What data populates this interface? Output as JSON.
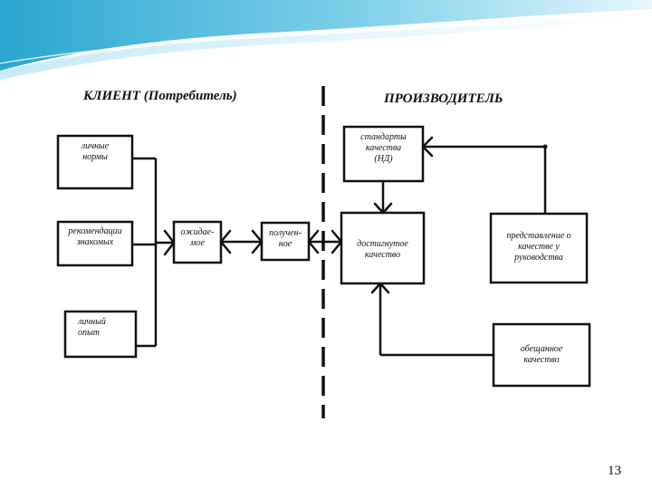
{
  "headers": {
    "client": "КЛИЕНТ (Потребитель)",
    "producer": "ПРОИЗВОДИТЕЛЬ"
  },
  "boxes": {
    "personal_needs": [
      "личные",
      "нормы"
    ],
    "recommendations": [
      "рекомендации",
      "знакомых"
    ],
    "personal_experience": [
      "личный",
      "опыт"
    ],
    "expected": [
      "ожидае-",
      "мое"
    ],
    "received": [
      "получен-",
      "ное"
    ],
    "quality_standards": [
      "стандарты",
      "качества",
      "(НД)"
    ],
    "achieved_quality": [
      "достигнутое",
      "качество"
    ],
    "management_view": [
      "представление о",
      "качестве у",
      "руководства"
    ],
    "promised_quality": [
      "обещанное",
      "качество"
    ]
  },
  "page_number": "13",
  "colors": {
    "wave_light": "#d8f1f9",
    "wave_mid": "#8fd3ea",
    "wave_dark": "#3fb0d6",
    "line": "#111111"
  }
}
